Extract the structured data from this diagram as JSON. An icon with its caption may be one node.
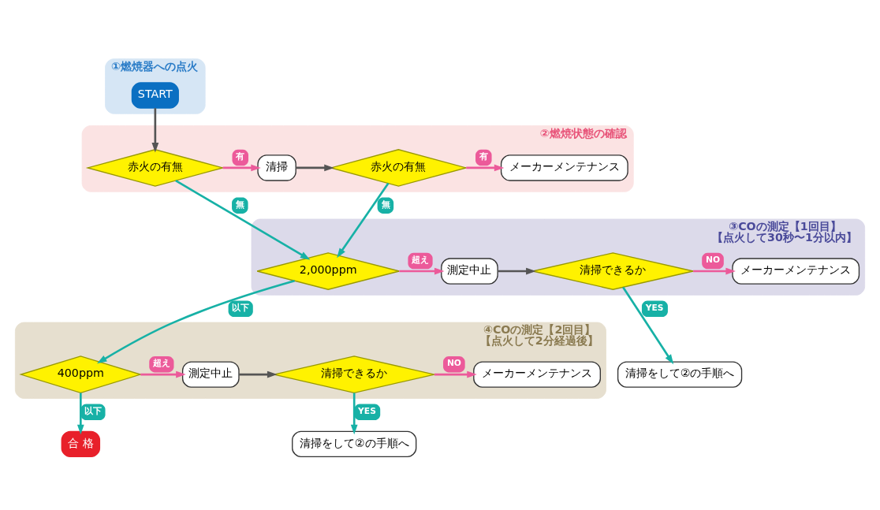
{
  "diagram": {
    "nodes": [
      {
        "text": [
          "①燃焼器への点火"
        ]
      },
      {
        "text": [
          "START"
        ],
        "in": 0
      },
      {
        "text": [
          "②燃焼状態の確認"
        ]
      },
      {
        "text": [
          "赤火の有無"
        ],
        "in": 2
      },
      {
        "text": [
          "清掃"
        ],
        "in": 2
      },
      {
        "text": [
          "赤火の有無"
        ],
        "in": 2
      },
      {
        "text": [
          "メーカーメンテナンス"
        ],
        "in": 2
      },
      {
        "text": [
          "③COの測定【1回目】",
          "【点火して30秒〜1分以内】"
        ]
      },
      {
        "text": [
          "2,000ppm"
        ],
        "in": 7
      },
      {
        "text": [
          "測定中止"
        ],
        "in": 7
      },
      {
        "text": [
          "清掃できるか"
        ],
        "in": 7
      },
      {
        "text": [
          "メーカーメンテナンス"
        ],
        "in": 7
      },
      {
        "text": [
          "清掃をして②の手順へ"
        ]
      },
      {
        "text": [
          "④COの測定【2回目】",
          "【点火して2分経過後】"
        ]
      },
      {
        "text": [
          "400ppm"
        ],
        "in": 13
      },
      {
        "text": [
          "測定中止"
        ],
        "in": 13
      },
      {
        "text": [
          "清掃できるか"
        ],
        "in": 13
      },
      {
        "text": [
          "メーカーメンテナンス"
        ],
        "in": 13
      },
      {
        "text": [
          "合 格"
        ]
      },
      {
        "text": [
          "清掃をして②の手順へ"
        ]
      }
    ],
    "edges": [
      {
        "from": 1,
        "to": 3,
        "arrow": "to",
        "color": "#555555"
      },
      {
        "from": 3,
        "to": 4,
        "arrow": "to",
        "label": "有",
        "color": "#ec5a9a"
      },
      {
        "from": 4,
        "to": 5,
        "arrow": "to",
        "color": "#555555"
      },
      {
        "from": 5,
        "to": 6,
        "arrow": "to",
        "label": "有",
        "color": "#ec5a9a"
      },
      {
        "from": 3,
        "to": 8,
        "arrow": "to",
        "label": "無",
        "color": "#17b1a6"
      },
      {
        "from": 5,
        "to": 8,
        "arrow": "to",
        "label": "無",
        "color": "#17b1a6"
      },
      {
        "from": 8,
        "to": 9,
        "arrow": "to",
        "label": "超え",
        "color": "#ec5a9a"
      },
      {
        "from": 9,
        "to": 10,
        "arrow": "to",
        "color": "#555555"
      },
      {
        "from": 10,
        "to": 11,
        "arrow": "to",
        "label": "NO",
        "color": "#ec5a9a"
      },
      {
        "from": 10,
        "to": 12,
        "arrow": "to",
        "label": "YES",
        "color": "#17b1a6"
      },
      {
        "from": 8,
        "to": 14,
        "arrow": "to",
        "label": "以下",
        "color": "#17b1a6"
      },
      {
        "from": 14,
        "to": 15,
        "arrow": "to",
        "label": "超え",
        "color": "#ec5a9a"
      },
      {
        "from": 15,
        "to": 16,
        "arrow": "to",
        "color": "#555555"
      },
      {
        "from": 16,
        "to": 17,
        "arrow": "to",
        "label": "NO",
        "color": "#ec5a9a"
      },
      {
        "from": 16,
        "to": 19,
        "arrow": "to",
        "label": "YES",
        "color": "#17b1a6"
      },
      {
        "from": 14,
        "to": 18,
        "arrow": "to",
        "label": "以下",
        "color": "#17b1a6"
      }
    ]
  }
}
